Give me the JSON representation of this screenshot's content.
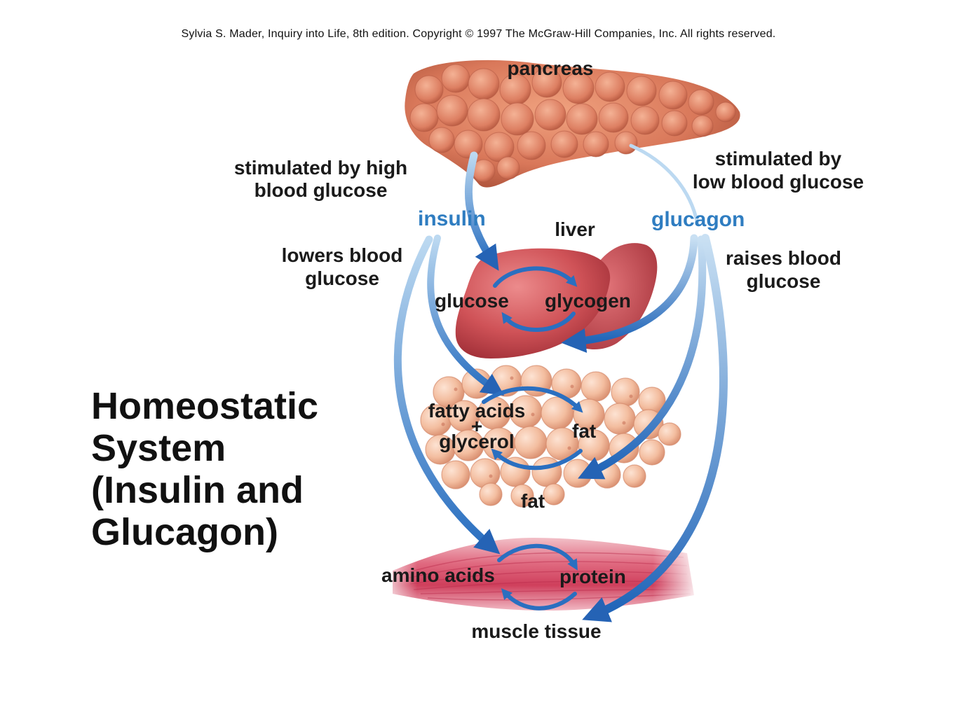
{
  "copyright": "Sylvia S. Mader, Inquiry into Life, 8th edition. Copyright © 1997 The McGraw-Hill Companies, Inc. All rights reserved.",
  "title_lines": [
    "Homeostatic",
    "System",
    "(Insulin and",
    "Glucagon)"
  ],
  "organs": {
    "pancreas": "pancreas",
    "liver": "liver",
    "adipose": "fat",
    "muscle": "muscle tissue"
  },
  "hormones": {
    "insulin": "insulin",
    "glucagon": "glucagon"
  },
  "stimuli": {
    "high": [
      "stimulated by high",
      "blood glucose"
    ],
    "low": [
      "stimulated by",
      "low blood glucose"
    ]
  },
  "effects": {
    "lowers": [
      "lowers blood",
      "glucose"
    ],
    "raises": [
      "raises blood",
      "glucose"
    ]
  },
  "liver_cycle": {
    "left": "glucose",
    "right": "glycogen"
  },
  "fat_cycle": {
    "left": [
      "fatty acids",
      "+",
      "glycerol"
    ],
    "right": "fat"
  },
  "muscle_cycle": {
    "left": "amino acids",
    "right": "protein"
  },
  "colors": {
    "hormone_text": "#2f7dc1",
    "arrow_blue": "#2a6fc0",
    "arrow_light": "#9fc8ea",
    "pancreas": "#d9785a",
    "liver": "#c9454c",
    "fat": "#f0b79a",
    "muscle": "#d94b6a"
  }
}
